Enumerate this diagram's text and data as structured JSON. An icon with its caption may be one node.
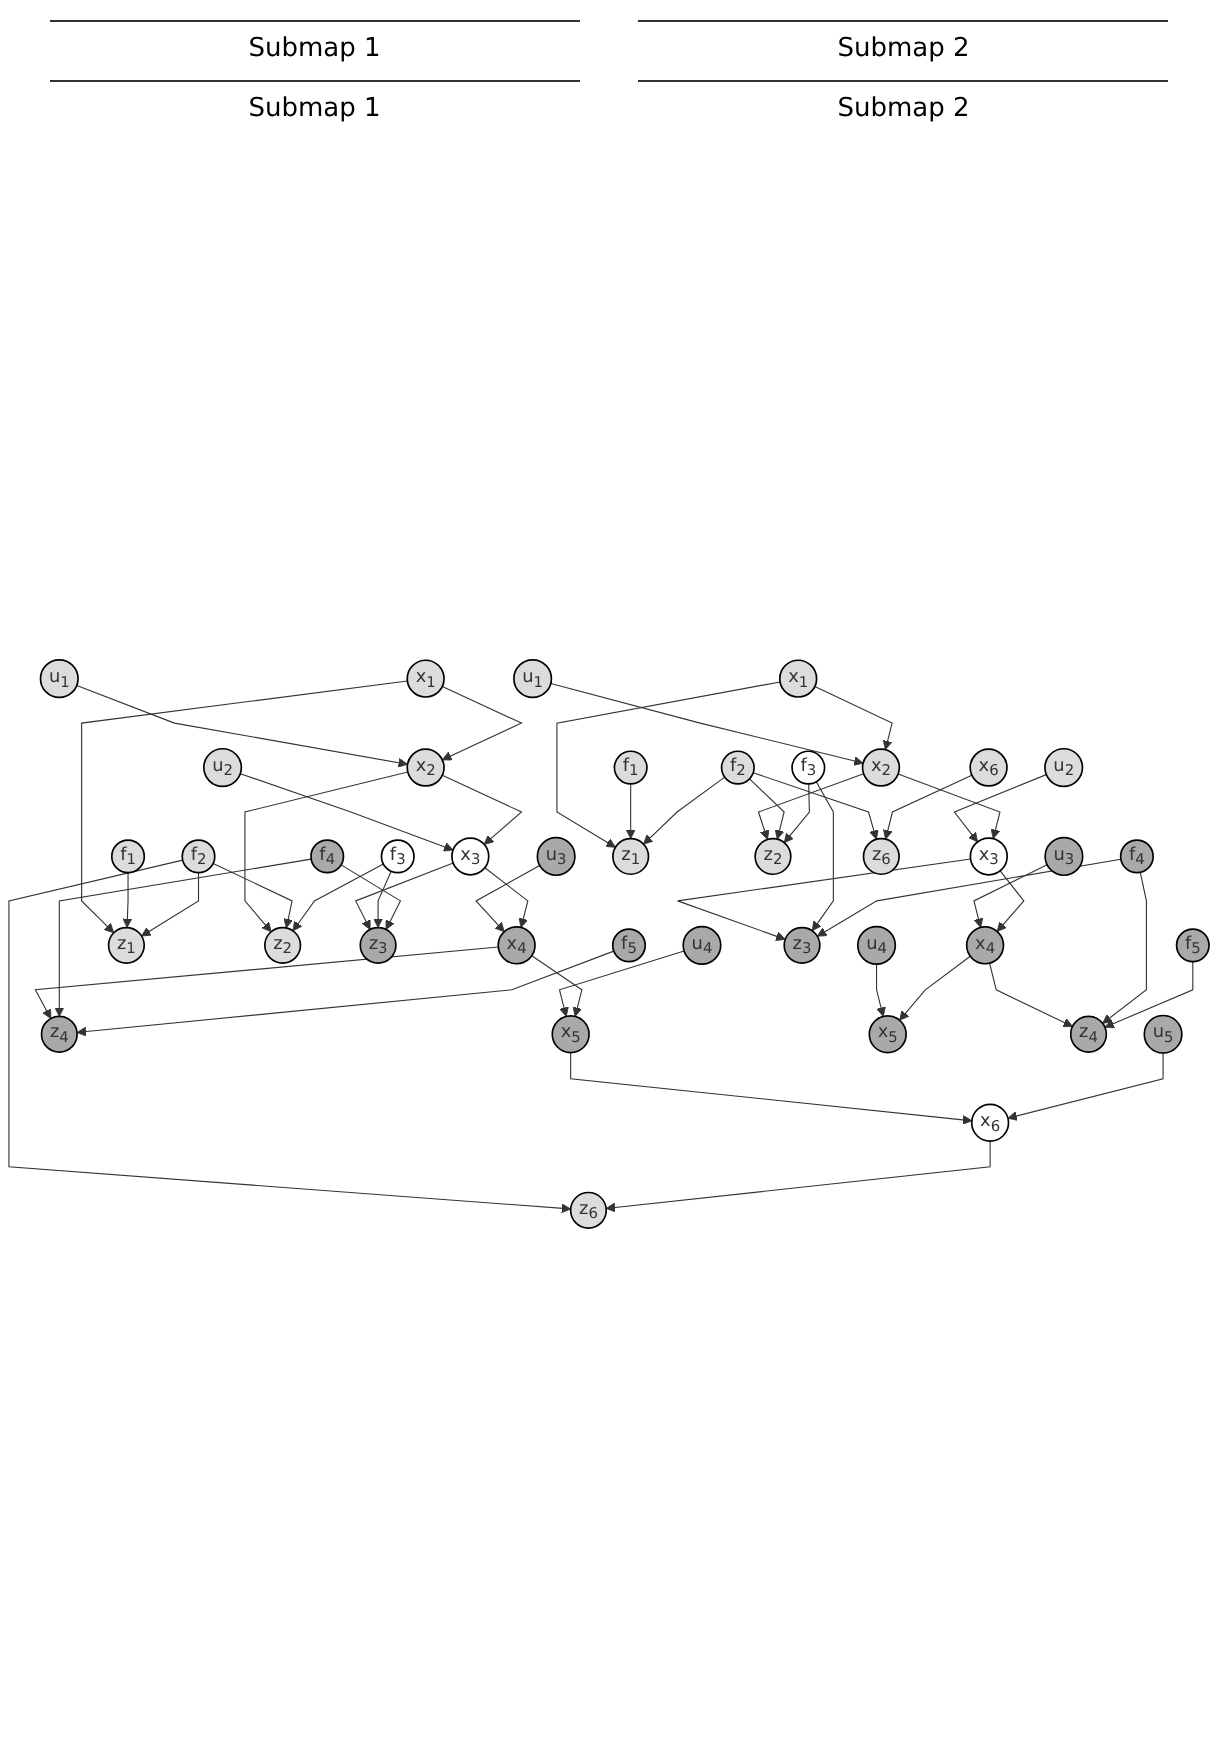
{
  "diagram": {
    "nodes": [
      {
        "text": [
          "u$_{1}$"
        ]
      },
      {
        "text": [
          "u$_{2}$"
        ]
      },
      {
        "text": [
          "u$_{3}$"
        ]
      },
      {
        "text": [
          "u$_{4}$"
        ]
      },
      {
        "text": [
          "x$_{1}$"
        ]
      },
      {
        "text": [
          "x$_{2}$"
        ]
      },
      {
        "text": [
          "x$_{3}$"
        ]
      },
      {
        "text": [
          "x$_{4}$"
        ]
      },
      {
        "text": [
          "x$_{5}$"
        ]
      },
      {
        "text": [
          "z$_{1}$"
        ]
      },
      {
        "text": [
          "z$_{2}$"
        ]
      },
      {
        "text": [
          "z$_{3}$"
        ]
      },
      {
        "text": [
          "z$_{4}$"
        ]
      },
      {
        "text": [
          "f$_{1}$"
        ]
      },
      {
        "text": [
          "f$_{2}$"
        ]
      },
      {
        "text": [
          "f$_{3}$"
        ]
      },
      {
        "text": [
          "f$_{4}$"
        ]
      },
      {
        "text": [
          "f$_{5}$"
        ]
      },
      {
        "text": [
          "z$_{6}$"
        ]
      },
      {
        "text": [
          "x$_{6}$"
        ]
      },
      {
        "text": [
          "u$_{5}$"
        ]
      },
      {
        "text": [
          "u$_{1}$"
        ]
      },
      {
        "text": [
          "u$_{2}$"
        ]
      },
      {
        "text": [
          "u$_{3}$"
        ]
      },
      {
        "text": [
          "u$_{4}$"
        ]
      },
      {
        "text": [
          "x$_{1}$"
        ]
      },
      {
        "text": [
          "x$_{2}$"
        ]
      },
      {
        "text": [
          "x$_{3}$"
        ]
      },
      {
        "text": [
          "x$_{4}$"
        ]
      },
      {
        "text": [
          "x$_{5}$"
        ]
      },
      {
        "text": [
          "z$_{1}$"
        ]
      },
      {
        "text": [
          "z$_{2}$"
        ]
      },
      {
        "text": [
          "z$_{3}$"
        ]
      },
      {
        "text": [
          "z$_{4}$"
        ]
      },
      {
        "text": [
          "f$_{1}$"
        ]
      },
      {
        "text": [
          "f$_{2}$"
        ]
      },
      {
        "text": [
          "f$_{3}$"
        ]
      },
      {
        "text": [
          "f$_{4}$"
        ]
      },
      {
        "text": [
          "f$_{5}$"
        ]
      },
      {
        "text": [
          "z$_{6}$"
        ]
      },
      {
        "text": [
          "x$_{6}$"
        ]
      }
    ],
    "edges": [
      {
        "from": 0,
        "to": 5,
        "arrow": "to"
      },
      {
        "from": 1,
        "to": 6,
        "arrow": "to"
      },
      {
        "from": 2,
        "to": 7,
        "arrow": "to"
      },
      {
        "from": 3,
        "to": 8,
        "arrow": "to"
      },
      {
        "from": 4,
        "to": 5,
        "arrow": "to"
      },
      {
        "from": 5,
        "to": 6,
        "arrow": "to"
      },
      {
        "from": 6,
        "to": 7,
        "arrow": "to"
      },
      {
        "from": 7,
        "to": 8,
        "arrow": "to"
      },
      {
        "from": 4,
        "to": 9,
        "arrow": "to"
      },
      {
        "from": 5,
        "to": 10,
        "arrow": "to"
      },
      {
        "from": 6,
        "to": 11,
        "arrow": "to"
      },
      {
        "from": 7,
        "to": 12,
        "arrow": "to"
      },
      {
        "from": 13,
        "to": 9,
        "arrow": "to"
      },
      {
        "from": 14,
        "to": 9,
        "arrow": "to"
      },
      {
        "from": 14,
        "to": 10,
        "arrow": "to"
      },
      {
        "from": 15,
        "to": 10,
        "arrow": "to"
      },
      {
        "from": 15,
        "to": 11,
        "arrow": "to"
      },
      {
        "from": 16,
        "to": 11,
        "arrow": "to"
      },
      {
        "from": 16,
        "to": 12,
        "arrow": "to"
      },
      {
        "from": 17,
        "to": 12,
        "arrow": "to"
      },
      {
        "from": 14,
        "to": 18,
        "arrow": "to"
      },
      {
        "from": 19,
        "to": 18,
        "arrow": "to"
      },
      {
        "from": 8,
        "to": 19,
        "arrow": "to"
      },
      {
        "from": 20,
        "to": 19,
        "arrow": "to"
      },
      {
        "from": 21,
        "to": 26,
        "arrow": "to"
      },
      {
        "from": 22,
        "to": 27,
        "arrow": "to"
      },
      {
        "from": 23,
        "to": 28,
        "arrow": "to"
      },
      {
        "from": 24,
        "to": 29,
        "arrow": "to"
      },
      {
        "from": 25,
        "to": 26,
        "arrow": "to"
      },
      {
        "from": 26,
        "to": 27,
        "arrow": "to"
      },
      {
        "from": 27,
        "to": 28,
        "arrow": "to"
      },
      {
        "from": 28,
        "to": 29,
        "arrow": "to"
      },
      {
        "from": 25,
        "to": 30,
        "arrow": "to"
      },
      {
        "from": 26,
        "to": 31,
        "arrow": "to"
      },
      {
        "from": 27,
        "to": 32,
        "arrow": "to"
      },
      {
        "from": 28,
        "to": 33,
        "arrow": "to"
      },
      {
        "from": 34,
        "to": 30,
        "arrow": "to"
      },
      {
        "from": 35,
        "to": 30,
        "arrow": "to"
      },
      {
        "from": 35,
        "to": 31,
        "arrow": "to"
      },
      {
        "from": 36,
        "to": 31,
        "arrow": "to"
      },
      {
        "from": 36,
        "to": 32,
        "arrow": "to"
      },
      {
        "from": 37,
        "to": 32,
        "arrow": "to"
      },
      {
        "from": 37,
        "to": 33,
        "arrow": "to"
      },
      {
        "from": 38,
        "to": 33,
        "arrow": "to"
      },
      {
        "from": 35,
        "to": 39,
        "arrow": "to"
      },
      {
        "from": 40,
        "to": 39,
        "arrow": "to"
      }
    ],
    "labels": [
      "Submap 1",
      "Submap 2",
      "Submap 1",
      "Submap 2"
    ]
  }
}
